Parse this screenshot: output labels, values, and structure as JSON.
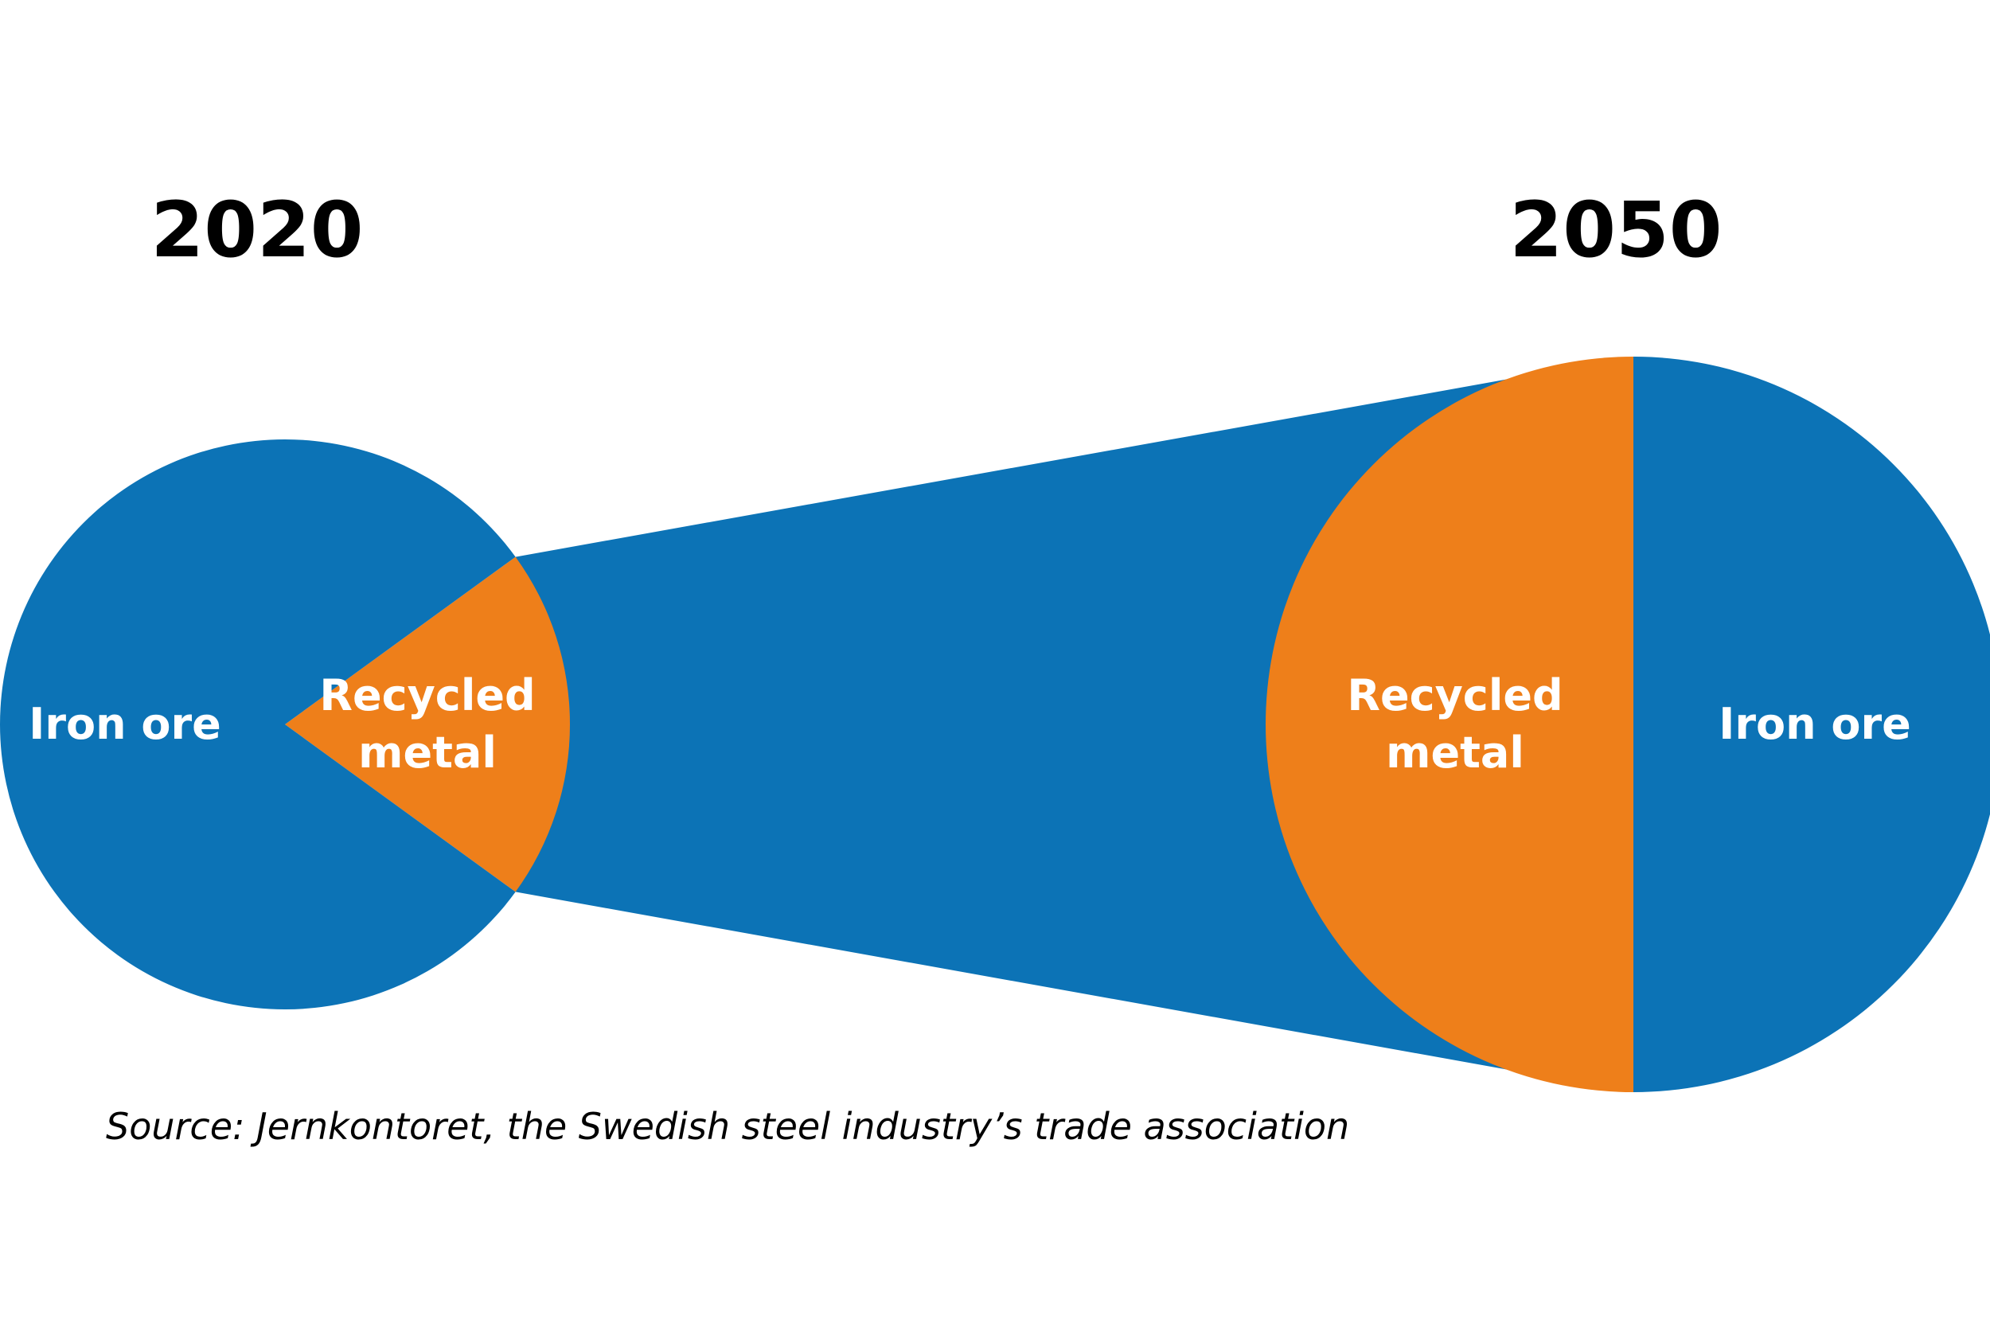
{
  "chart_data": [
    {
      "type": "pie",
      "title": "2020",
      "slices": [
        {
          "label": "Iron ore",
          "value": 0.8,
          "color": "#0c73b6"
        },
        {
          "label": "Recycled metal",
          "value": 0.2,
          "color": "#ee7f1a",
          "label_lines": [
            "Recycled",
            "metal"
          ]
        }
      ]
    },
    {
      "type": "pie",
      "title": "2050",
      "slices": [
        {
          "label": "Recycled metal",
          "value": 0.5,
          "color": "#ee7f1a",
          "label_lines": [
            "Recycled",
            "metal"
          ]
        },
        {
          "label": "Iron ore",
          "value": 0.5,
          "color": "#0c73b6"
        }
      ]
    }
  ],
  "source": "Source: Jernkontoret, the Swedish steel industry’s trade association",
  "colors": {
    "iron_ore": "#0c73b6",
    "recycled_metal": "#ee7f1a",
    "connector": "#0c73b6"
  }
}
